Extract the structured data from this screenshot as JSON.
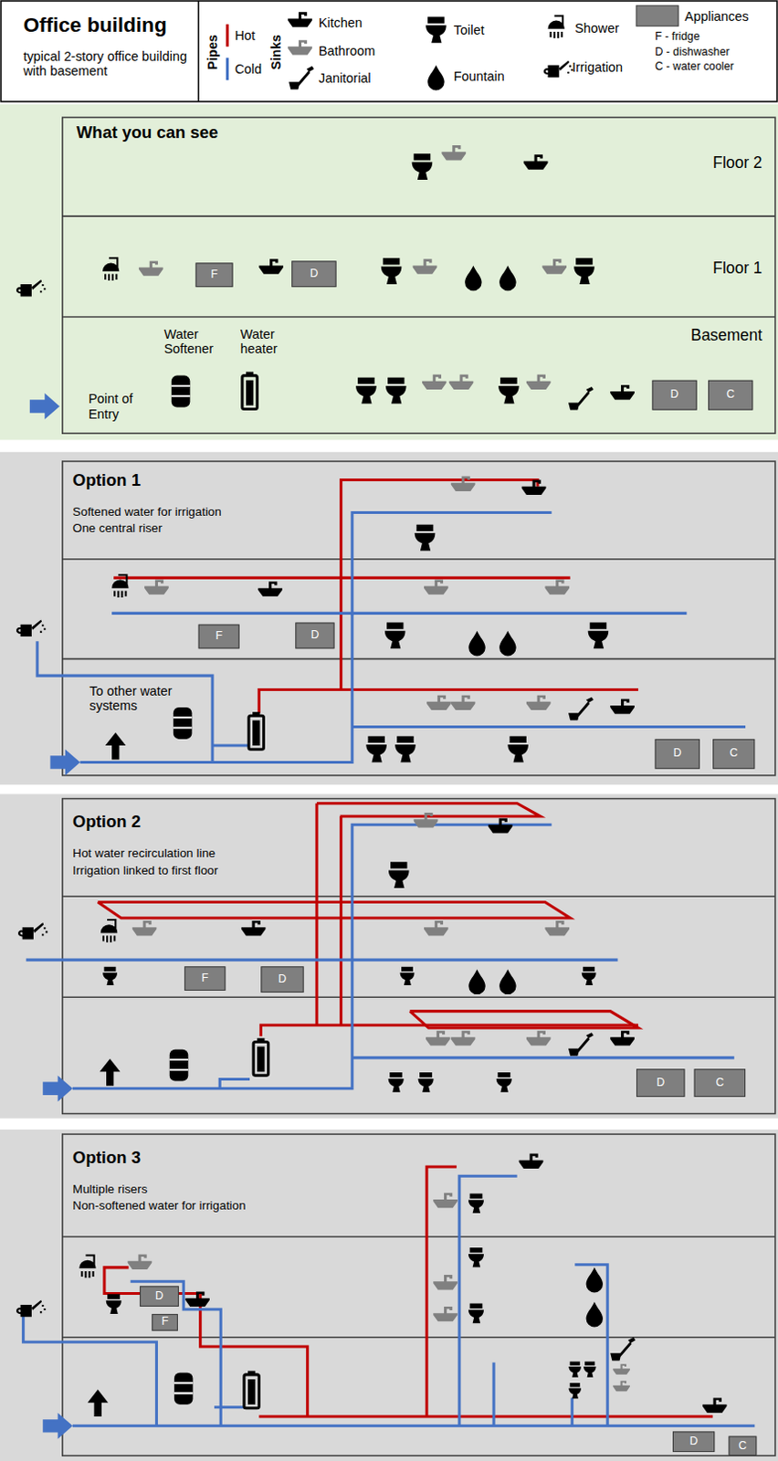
{
  "diagram": {
    "title": "Office building",
    "nodes": [
      {
        "text": [
          "What you can see"
        ]
      },
      {
        "text": [
          "Floor 2"
        ],
        "in": 0
      },
      {
        "text": [
          "Floor 1"
        ],
        "in": 0
      },
      {
        "text": [
          "Basement"
        ],
        "in": 0
      },
      {
        "text": [
          "F"
        ],
        "in": 2
      },
      {
        "text": [
          "D"
        ],
        "in": 2
      },
      {
        "text": [
          "D"
        ],
        "in": 3
      },
      {
        "text": [
          "C"
        ],
        "in": 3
      },
      {
        "text": [
          "Option 1",
          "Softened water for irrigation",
          "One central riser"
        ]
      },
      {
        "text": [
          "F"
        ],
        "in": 8
      },
      {
        "text": [
          "D"
        ],
        "in": 8
      },
      {
        "text": [
          "D"
        ],
        "in": 8
      },
      {
        "text": [
          "C"
        ],
        "in": 8
      },
      {
        "text": [
          "Option 2",
          "Hot water recirculation line",
          "Irrigation linked to first floor"
        ]
      },
      {
        "text": [
          "F"
        ],
        "in": 13
      },
      {
        "text": [
          "D"
        ],
        "in": 13
      },
      {
        "text": [
          "D"
        ],
        "in": 13
      },
      {
        "text": [
          "C"
        ],
        "in": 13
      },
      {
        "text": [
          "Option 3",
          "Multiple risers",
          "Non-softened water for irrigation"
        ]
      },
      {
        "text": [
          "D"
        ],
        "in": 18
      },
      {
        "text": [
          "F"
        ],
        "in": 18
      },
      {
        "text": [
          "D"
        ],
        "in": 18
      },
      {
        "text": [
          "C"
        ],
        "in": 18
      }
    ],
    "labels": [
      "typical 2-story office building with basement",
      "Pipes",
      "Sinks",
      "F - fridge",
      "D - dishwasher",
      "C - water cooler",
      "Water Softener",
      "Water heater",
      "Point of Entry",
      "To other water systems"
    ],
    "legend": [
      {
        "text": "Hot",
        "color": "#c00000"
      },
      {
        "text": "Cold",
        "color": "#4472c4"
      },
      {
        "text": "Kitchen"
      },
      {
        "text": "Bathroom"
      },
      {
        "text": "Janitorial"
      },
      {
        "text": "Toilet"
      },
      {
        "text": "Fountain"
      },
      {
        "text": "Shower"
      },
      {
        "text": "Irrigation"
      },
      {
        "text": "Appliances",
        "color": "#808080"
      }
    ]
  }
}
